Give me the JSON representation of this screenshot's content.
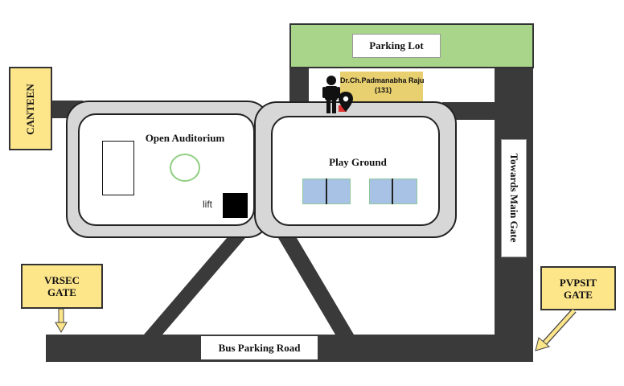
{
  "colors": {
    "road": "#3a3a3a",
    "gate": "#fde58a",
    "parking_lot": "#a9d58a",
    "court": "#a8c2e6",
    "court_border": "#8ec99a",
    "ring": "#8fcf80",
    "marker": "#e8cf6f",
    "pin_accent": "#e03030"
  },
  "labels": {
    "parking_lot": "Parking Lot",
    "canteen": "CANTEEN",
    "open_auditorium": "Open Auditorium",
    "play_ground": "Play Ground",
    "lift": "lift",
    "towards_main_gate": "Towards Main Gate",
    "vrsec_gate_line1": "VRSEC",
    "vrsec_gate_line2": "GATE",
    "pvpsit_gate_line1": "PVPSIT",
    "pvpsit_gate_line2": "GATE",
    "bus_parking_road": "Bus Parking Road"
  },
  "marker": {
    "name": "Dr.Ch.Padmanabha Raju",
    "room": "(131)"
  },
  "icons": {
    "person": "person-icon",
    "location_pin": "location-pin-icon",
    "gate_arrow": "arrow-down-icon"
  }
}
